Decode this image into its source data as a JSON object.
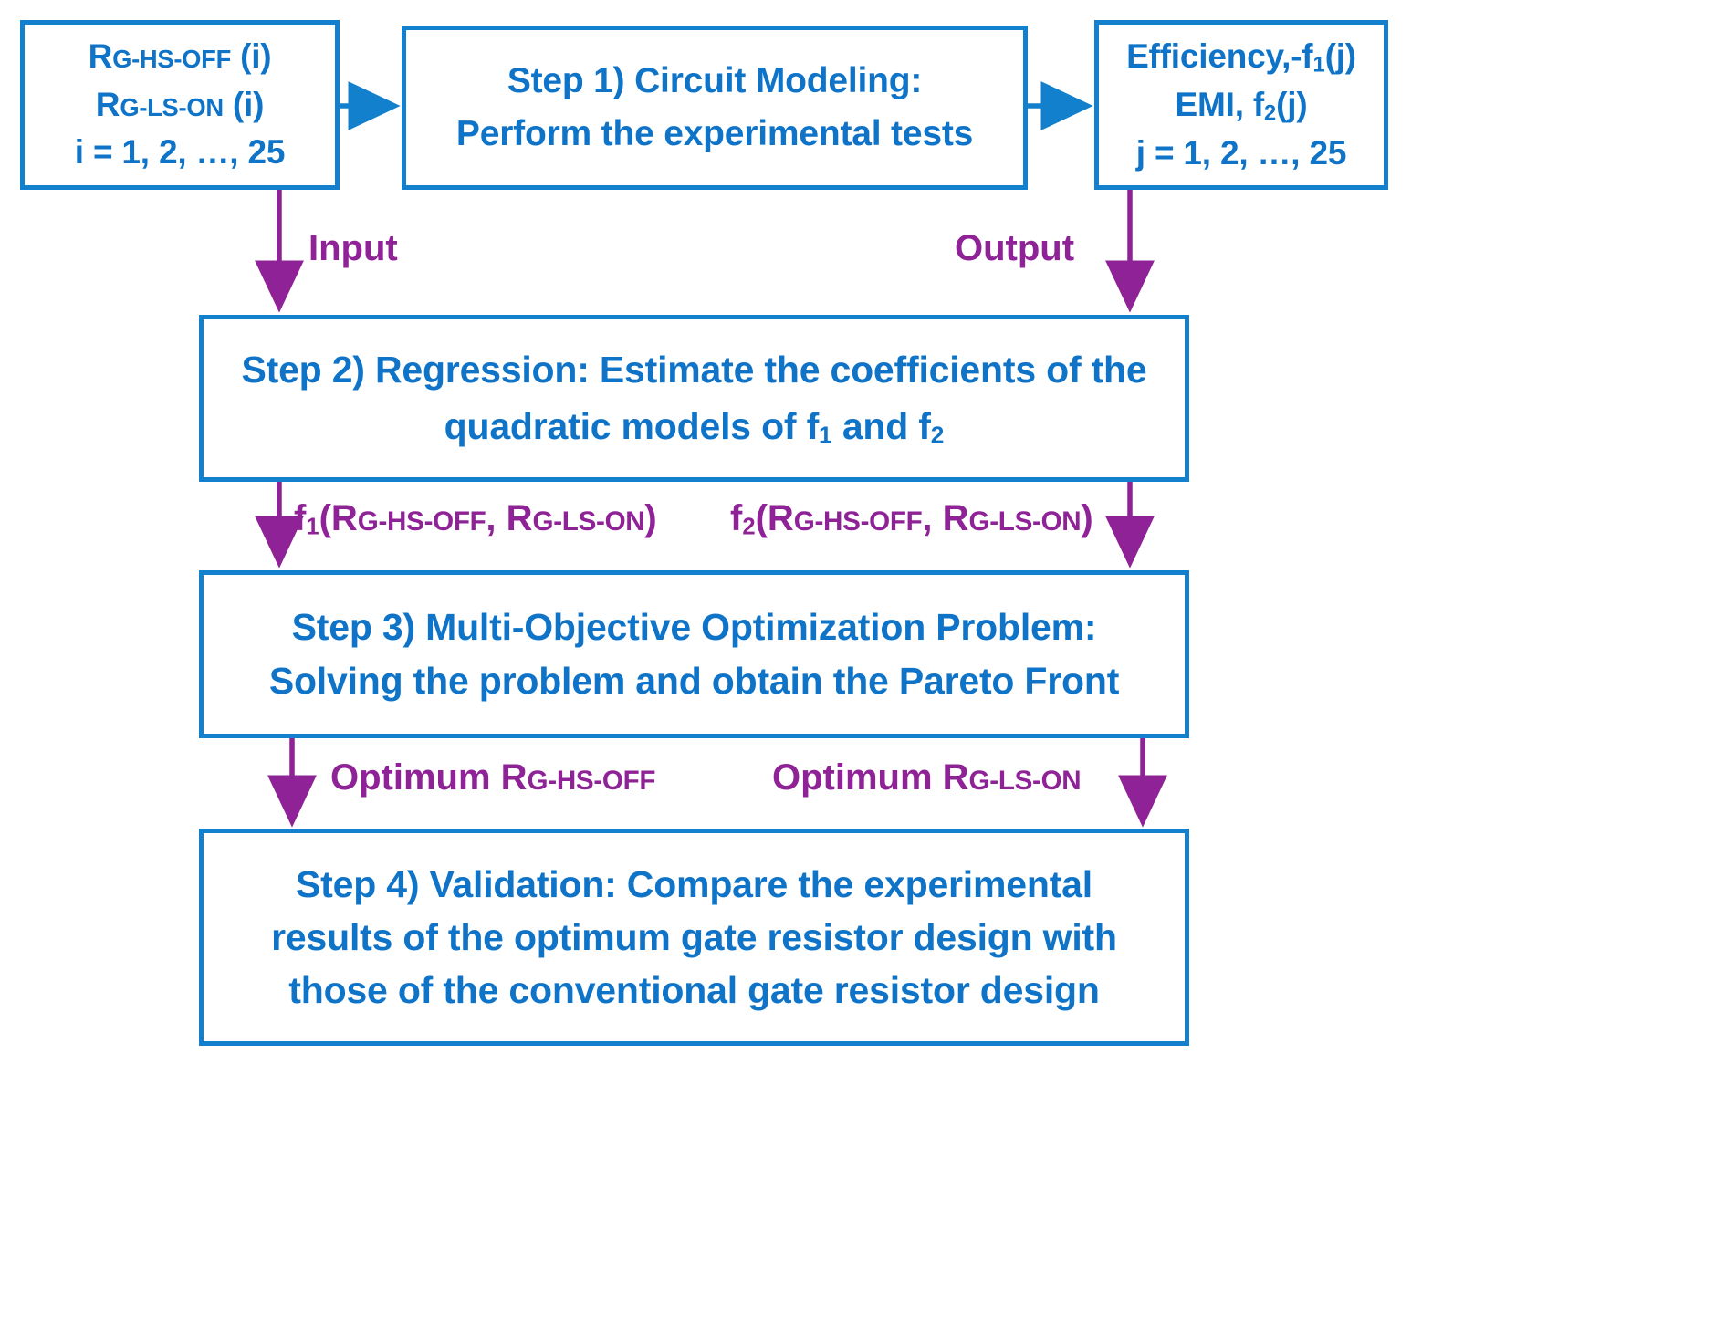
{
  "diagram": {
    "title": "Gate resistor multi-objective optimization design flow",
    "colors": {
      "box_border": "#1280CC",
      "box_text": "#0F74C8",
      "edge_purple": "#8E2296",
      "background": "#FFFFFF"
    },
    "boxes": {
      "input": {
        "name": "input-variables",
        "line1_main": "R",
        "line1_sub": "G-HS-OFF",
        "line1_tail": " (i)",
        "line2_main": "R",
        "line2_sub": "G-LS-ON",
        "line2_tail": " (i)",
        "line3": "i = 1, 2, …, 25"
      },
      "step1": {
        "name": "step-1-circuit-modeling",
        "line1": "Step 1)  Circuit Modeling:",
        "line2": "Perform the experimental  tests"
      },
      "output": {
        "name": "output-objectives",
        "line1_pre": "Efficiency,-f",
        "line1_sub": "1",
        "line1_tail": "(j)",
        "line2_pre": "EMI, f",
        "line2_sub": "2",
        "line2_tail": "(j)",
        "line3": "j = 1, 2, …, 25"
      },
      "step2": {
        "name": "step-2-regression",
        "line1": "Step 2) Regression: Estimate the coefficients of the",
        "line2_pre": "quadratic models of f",
        "line2_sub1": "1",
        "line2_mid": " and f",
        "line2_sub2": "2"
      },
      "step3": {
        "name": "step-3-multi-objective-optimization",
        "line1": "Step 3) Multi-Objective Optimization Problem:",
        "line2": "Solving the problem and obtain the Pareto Front"
      },
      "step4": {
        "name": "step-4-validation",
        "line1": "Step 4) Validation: Compare the experimental",
        "line2": "results of the optimum gate resistor design with",
        "line3": "those of the conventional gate resistor design"
      }
    },
    "edge_labels": {
      "input": "Input",
      "output": "Output",
      "f1": {
        "pre": "f",
        "sub": "1",
        "open": "(R",
        "sub_a": "G-HS-OFF",
        "comma": ", R",
        "sub_b": "G-LS-ON",
        "close": ")"
      },
      "f2": {
        "pre": "f",
        "sub": "2",
        "open": "(R",
        "sub_a": "G-HS-OFF",
        "comma": ", R",
        "sub_b": "G-LS-ON",
        "close": ")"
      },
      "optimum_hs_off": {
        "pre": "Optimum R",
        "sub": "G-HS-OFF"
      },
      "optimum_ls_on": {
        "pre": "Optimum R",
        "sub": "G-LS-ON"
      }
    }
  }
}
